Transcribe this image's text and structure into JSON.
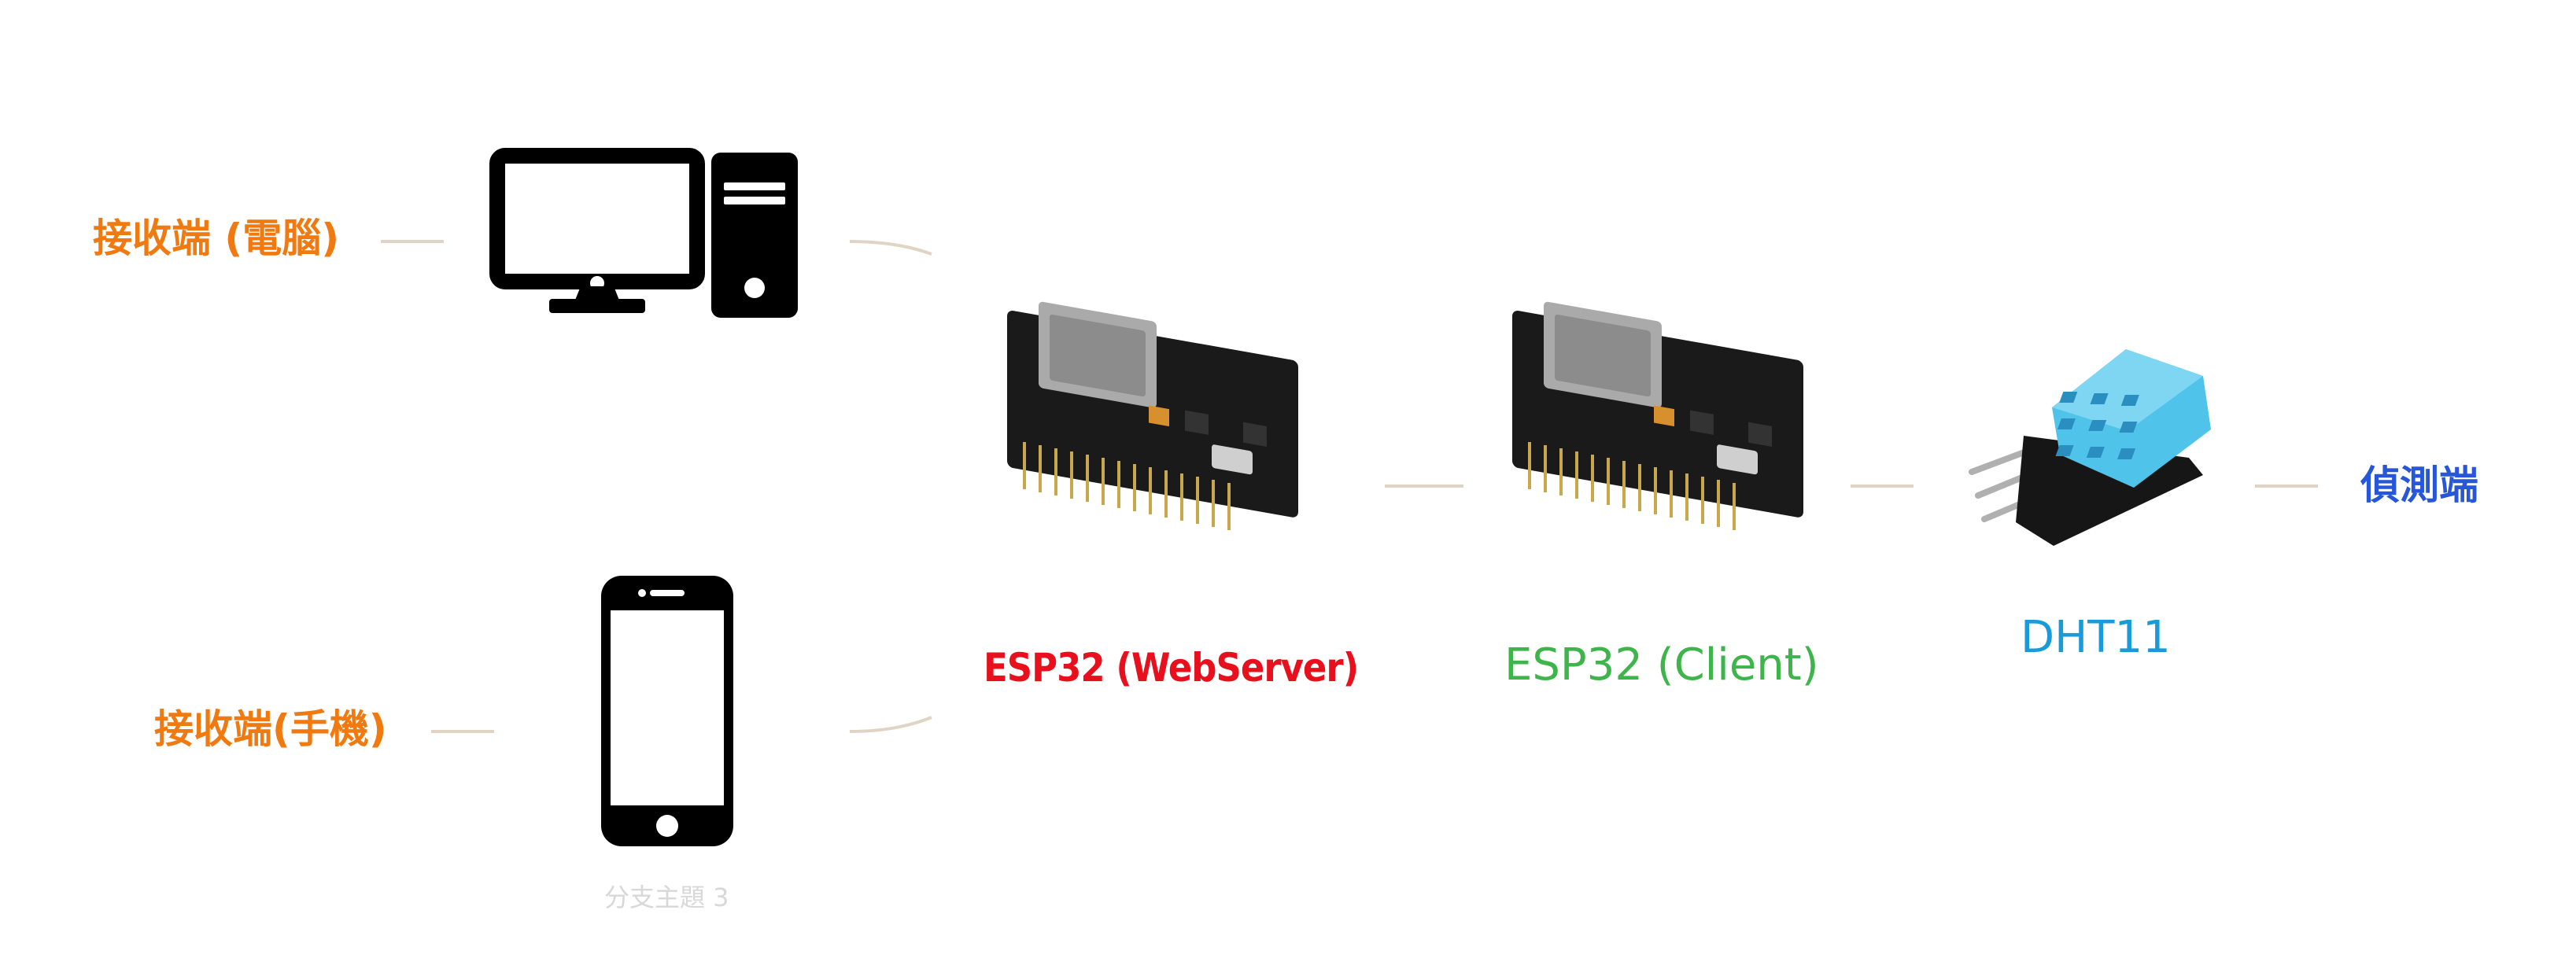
{
  "nodes": {
    "receiver_pc": "接收端 (電腦)",
    "receiver_phone": "接收端(手機)",
    "esp32_webserver": "ESP32 (WebServer)",
    "esp32_client": "ESP32 (Client)",
    "dht11": "DHT11",
    "sensor_end": "偵測端",
    "subtopic_3": "分支主題 3"
  },
  "colors": {
    "receiver": "#f07a10",
    "webserver": "#e8101c",
    "client": "#3db54a",
    "dht11": "#1a9ad8",
    "sensor_end": "#2757d8",
    "connector": "#e0d5c5"
  },
  "icons": [
    "desktop-computer-icon",
    "smartphone-icon",
    "esp32-board-icon",
    "dht11-sensor-icon"
  ]
}
